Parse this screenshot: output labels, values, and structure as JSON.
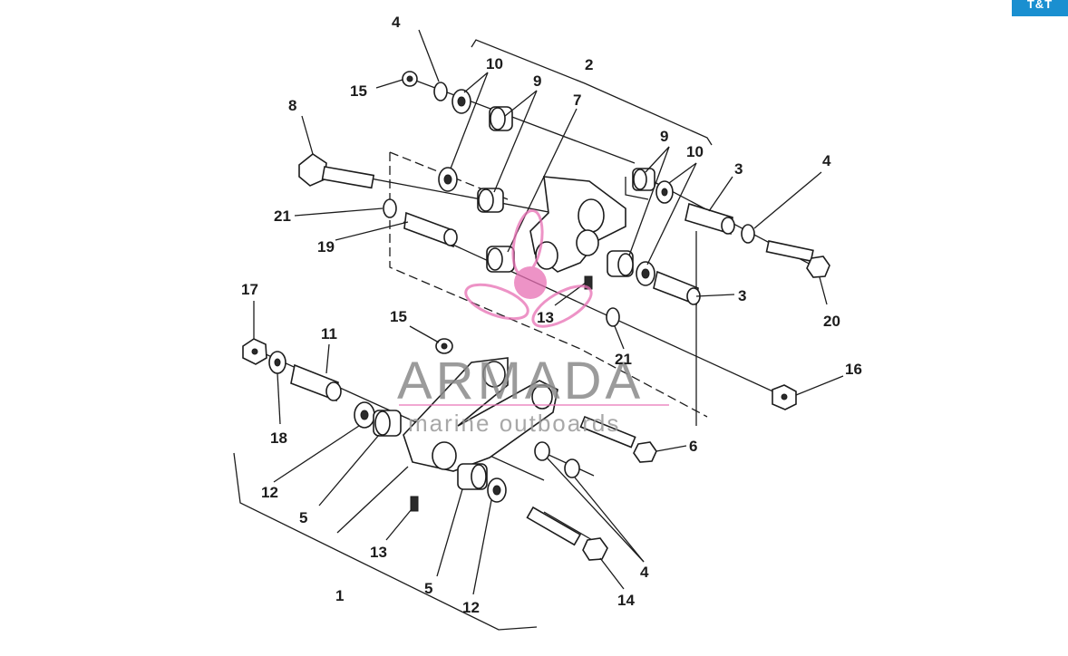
{
  "corner_tab": {
    "text": "T&T",
    "color": "#1a8fd0"
  },
  "watermark": {
    "brand": "ARMADA",
    "tagline": "marine outboards",
    "logo_color": "#e86fb4"
  },
  "callouts": {
    "c1": "1",
    "c2": "2",
    "c3a": "3",
    "c3b": "3",
    "c4a": "4",
    "c4b": "4",
    "c4c": "4",
    "c5a": "5",
    "c5b": "5",
    "c6": "6",
    "c7": "7",
    "c8": "8",
    "c9a": "9",
    "c9b": "9",
    "c10a": "10",
    "c10b": "10",
    "c11": "11",
    "c12a": "12",
    "c12b": "12",
    "c13a": "13",
    "c13b": "13",
    "c14": "14",
    "c15a": "15",
    "c15b": "15",
    "c16": "16",
    "c17": "17",
    "c18": "18",
    "c19": "19",
    "c20": "20",
    "c21a": "21",
    "c21b": "21"
  }
}
